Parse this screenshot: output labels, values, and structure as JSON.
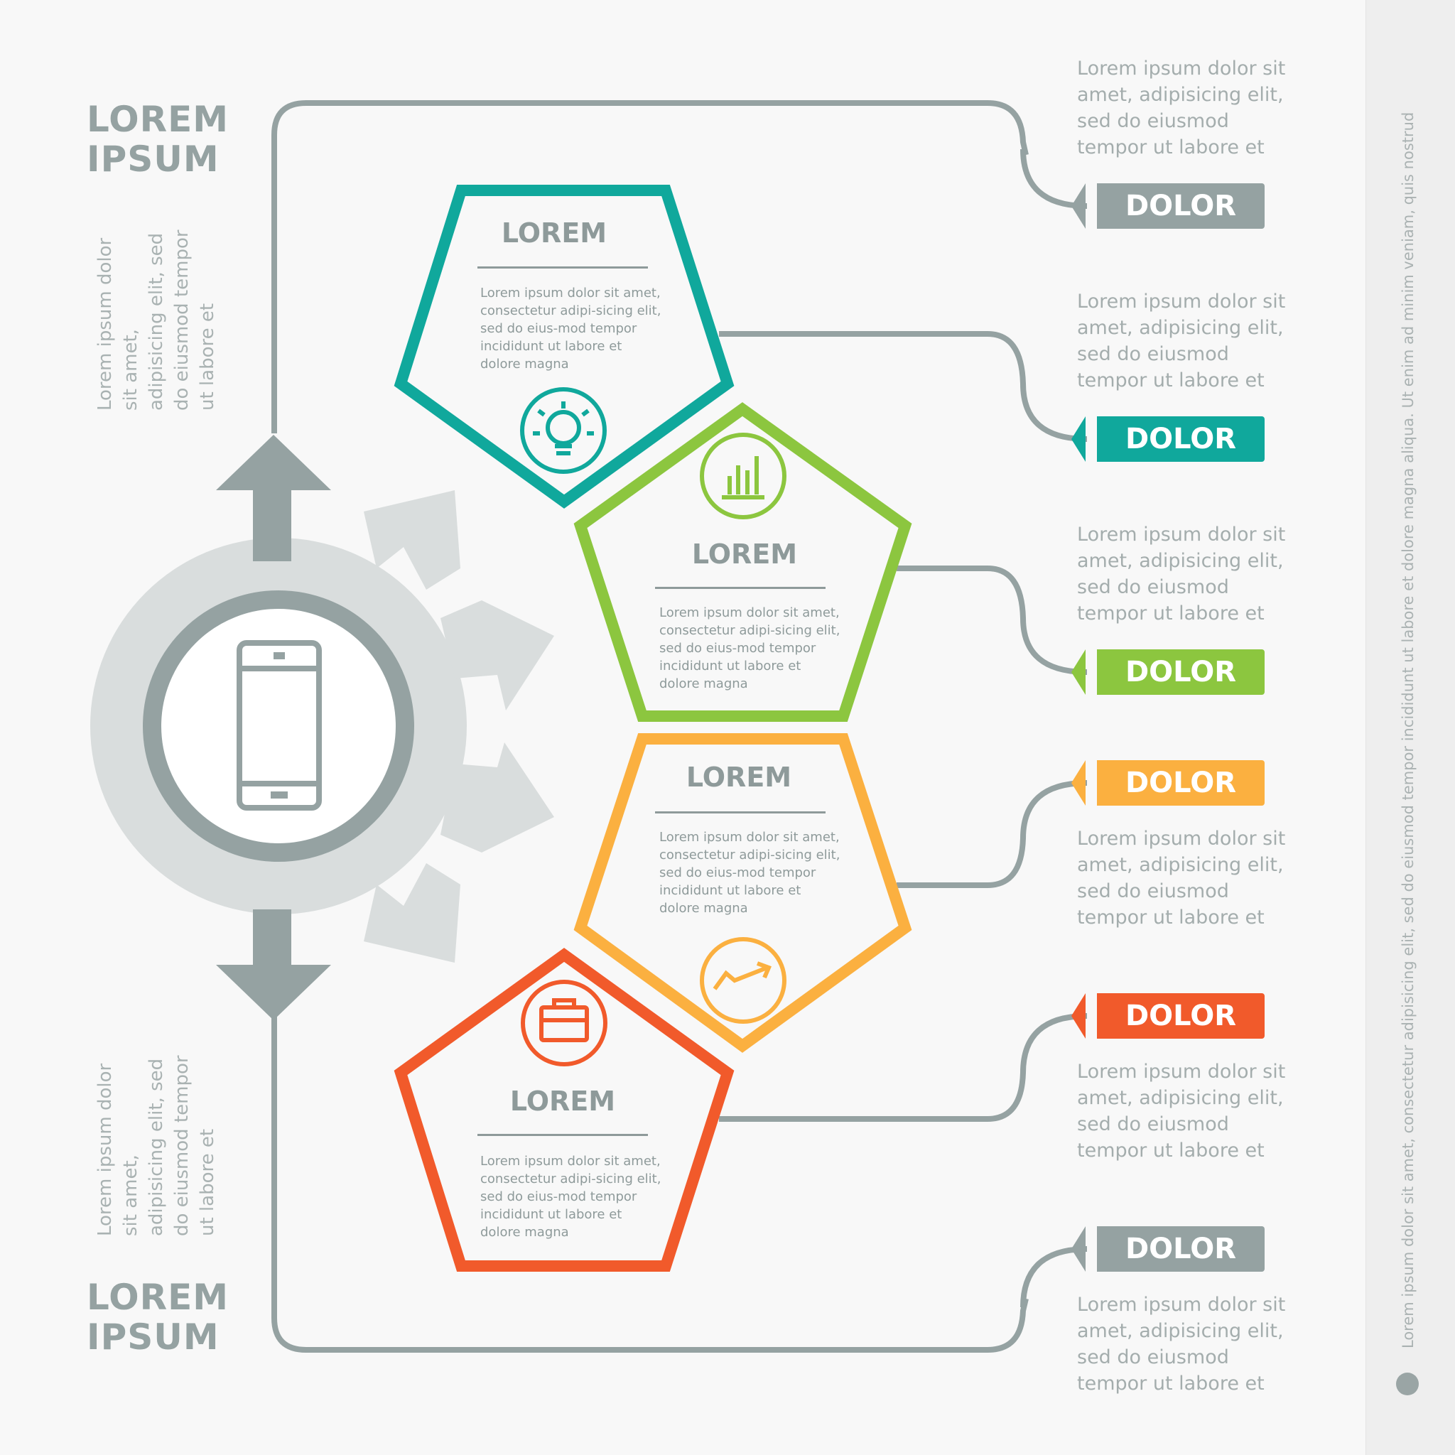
{
  "headings": {
    "top": {
      "line1": "LOREM",
      "line2": "IPSUM"
    },
    "bottom": {
      "line1": "LOREM",
      "line2": "IPSUM"
    }
  },
  "side_notes": {
    "top": "Lorem ipsum dolor sit amet, adipisicing elit, sed do eiusmod tempor ut labore et",
    "bottom": "Lorem ipsum dolor sit amet, adipisicing elit, sed do eiusmod tempor ut labore et"
  },
  "pentagons": [
    {
      "title": "LOREM",
      "body": "Lorem ipsum dolor sit amet, consectetur adipi-sicing elit, sed do eius-mod tempor incididunt ut labore et dolore magna",
      "color": "#10a89c",
      "icon": "lightbulb-icon"
    },
    {
      "title": "LOREM",
      "body": "Lorem ipsum dolor sit amet, consectetur adipi-sicing elit, sed do eius-mod tempor incididunt ut labore et dolore magna",
      "color": "#8cc63f",
      "icon": "bar-chart-icon"
    },
    {
      "title": "LOREM",
      "body": "Lorem ipsum dolor sit amet, consectetur adipi-sicing elit, sed do eius-mod tempor incididunt ut labore et dolore magna",
      "color": "#fbb040",
      "icon": "trend-arrow-icon"
    },
    {
      "title": "LOREM",
      "body": "Lorem ipsum dolor sit amet, consectetur adipi-sicing elit, sed do eius-mod tempor incididunt ut labore et dolore magna",
      "color": "#f15a2b",
      "icon": "briefcase-icon"
    }
  ],
  "tags": [
    {
      "label": "DOLOR",
      "color": "#95a2a2",
      "text": "Lorem ipsum dolor sit amet, adipisicing elit, sed do eiusmod tempor ut labore et"
    },
    {
      "label": "DOLOR",
      "color": "#10a89c",
      "text": "Lorem ipsum dolor sit amet, adipisicing elit, sed do eiusmod tempor ut labore et"
    },
    {
      "label": "DOLOR",
      "color": "#8cc63f",
      "text": "Lorem ipsum dolor sit amet, adipisicing elit, sed do eiusmod tempor ut labore et"
    },
    {
      "label": "DOLOR",
      "color": "#fbb040",
      "text": "Lorem ipsum dolor sit amet, adipisicing elit, sed do eiusmod tempor ut labore et"
    },
    {
      "label": "DOLOR",
      "color": "#f15a2b",
      "text": "Lorem ipsum dolor sit amet, adipisicing elit, sed do eiusmod tempor ut labore et"
    },
    {
      "label": "DOLOR",
      "color": "#95a2a2",
      "text": "Lorem ipsum dolor sit amet, adipisicing elit, sed do eiusmod tempor ut labore et"
    }
  ],
  "center": {
    "icon": "smartphone-icon"
  },
  "sidebar": {
    "text": "Lorem ipsum dolor sit amet, consectetur adipisicing elit, sed do eiusmod tempor incididunt ut labore et dolore magna aliqua. Ut enim ad minim veniam, quis nostrud"
  },
  "colors": {
    "line": "#95a2a2",
    "gear": "#d9dddd",
    "background": "#f8f8f8"
  }
}
